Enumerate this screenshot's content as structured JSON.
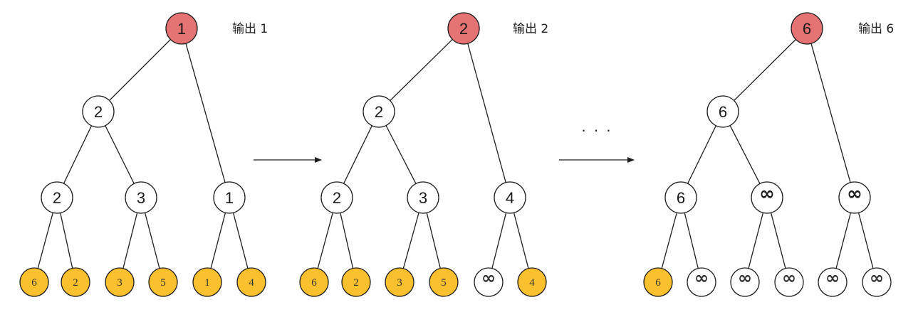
{
  "colors": {
    "root_fill": "#e57373",
    "leaf_fill": "#fbc02d",
    "plain_fill": "#ffffff",
    "stroke": "#1e1e1e"
  },
  "trees": [
    {
      "output_label": "输出 1",
      "root": "1",
      "level1": [
        "2",
        "1"
      ],
      "level2": [
        "2",
        "3",
        "1"
      ],
      "leaves": [
        "6",
        "2",
        "3",
        "5",
        "1",
        "4"
      ],
      "leaf_highlight": [
        true,
        true,
        true,
        true,
        true,
        true
      ]
    },
    {
      "output_label": "输出 2",
      "root": "2",
      "level1": [
        "2",
        "4"
      ],
      "level2": [
        "2",
        "3",
        "4"
      ],
      "leaves": [
        "6",
        "2",
        "3",
        "5",
        "∞",
        "4"
      ],
      "leaf_highlight": [
        true,
        true,
        true,
        true,
        false,
        true
      ]
    },
    {
      "output_label": "输出 6",
      "root": "6",
      "level1": [
        "6",
        "∞"
      ],
      "level2": [
        "6",
        "∞",
        "∞"
      ],
      "leaves": [
        "6",
        "∞",
        "∞",
        "∞",
        "∞",
        "∞"
      ],
      "leaf_highlight": [
        true,
        false,
        false,
        false,
        false,
        false
      ]
    }
  ],
  "ellipsis": "· · ·"
}
